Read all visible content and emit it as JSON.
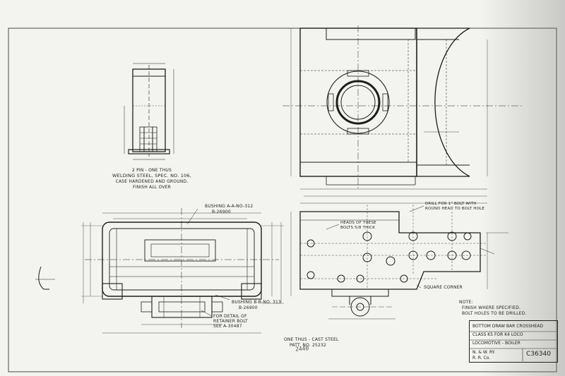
{
  "pin_detail": {
    "note_line1": "2 PIN - ONE THUS",
    "note_line2": "WELDING STEEL, SPEC. NO. 106,",
    "note_line3": "CASE HARDENED AND GROUND.",
    "note_line4": "FINISH ALL OVER"
  },
  "bushing_top": {
    "line1": "BUSHING A-A-NO-312",
    "line2": "B-26900"
  },
  "bushing_bottom": {
    "line1": "BUSHING B-B-NO. 313",
    "line2": "B-26900"
  },
  "retainer_note": {
    "line1": "FOR DETAIL OF",
    "line2": "RETAINER BOLT",
    "line3": "SEE A-30487"
  },
  "casting_note": {
    "line1": "ONE THUS - CAST STEEL",
    "line2": "PATT. NO. 25232"
  },
  "heads_note": {
    "line1": "HEADS OF THESE",
    "line2": "BOLTS 5/8 THICK"
  },
  "drill_note": {
    "line1": "DRILL FOR 1\" BOLT WITH",
    "line2": "ROUND HEAD TO BOLT HOLE"
  },
  "square_corner": "SQUARE CORNER",
  "general_note": {
    "line1": "NOTE:",
    "line2": "FINISH WHERE SPECIFIED.",
    "line3": "BOLT HOLES TO BE DRILLED."
  },
  "title_block": {
    "line1": "BOTTOM DRAW BAR CROSSHEAD",
    "line2": "CLASS K5 FOR K4 LOCO",
    "line3": "LOCOMOTIVE - BOILER",
    "checked1": "N. & W. RY.",
    "checked2": "R. R. Co.",
    "drawing_number": "C36340"
  },
  "stamp": "2440"
}
